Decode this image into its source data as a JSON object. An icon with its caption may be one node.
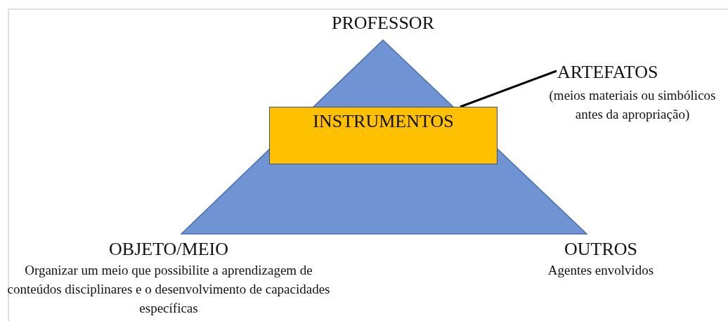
{
  "diagram": {
    "nodes": [
      {
        "text": [
          "INSTRUMENTOS"
        ]
      },
      {
        "text": [
          "ARTEFATOS",
          "(meios materiais ou simbólicos antes da apropriação)"
        ]
      }
    ],
    "edges": [
      {
        "from": 1,
        "to": 0,
        "arrow": "none"
      }
    ],
    "labels": [
      "PROFESSOR",
      "OBJETO/MEIO",
      "Organizar um meio que possibilite a aprendizagem de conteúdos disciplinares e o desenvolvimento de capacidades específicas",
      "OUTROS",
      "Agentes envolvidos"
    ]
  }
}
